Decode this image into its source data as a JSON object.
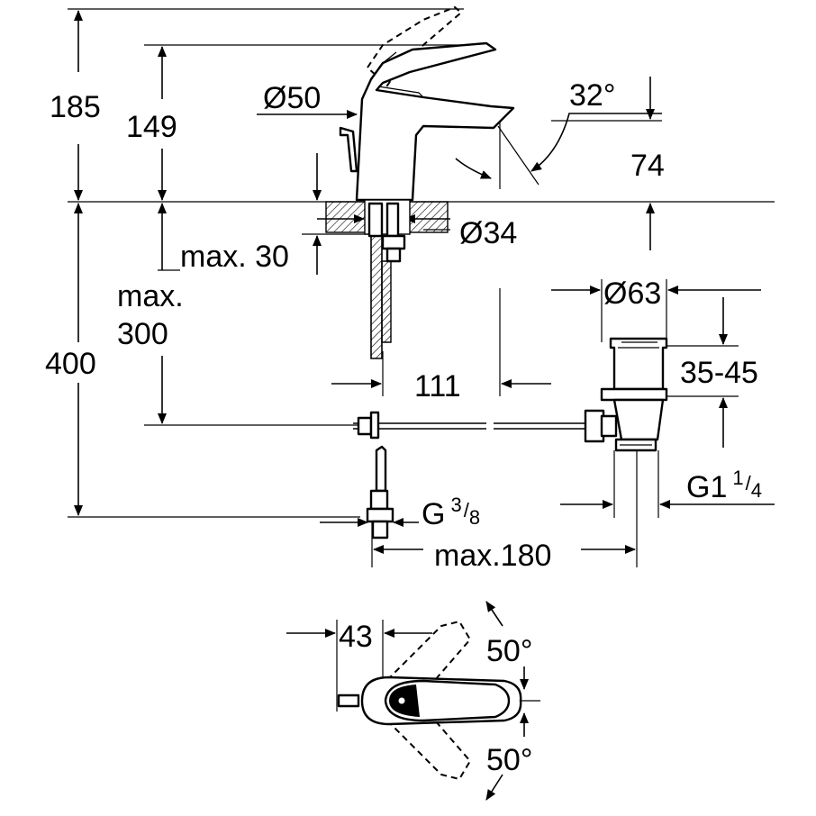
{
  "dimensions": {
    "total_height": "185",
    "lever_height": "149",
    "spout_diameter": "Ø50",
    "spout_angle": "32°",
    "spout_outlet_height": "74",
    "shank_diameter": "Ø34",
    "max_deck": "max. 30",
    "max_depth_line1": "max.",
    "max_depth_line2": "300",
    "below_deck": "400",
    "spout_reach": "111",
    "waste_diameter": "Ø63",
    "waste_height": "35-45",
    "waste_thread_base": "G1",
    "waste_thread_num": "1",
    "waste_thread_den": "4",
    "supply_thread_base": "G",
    "supply_thread_num": "3",
    "supply_thread_den": "8",
    "waste_distance": "max.180",
    "lever_offset": "43",
    "rotation_upper": "50°",
    "rotation_lower": "50°"
  }
}
